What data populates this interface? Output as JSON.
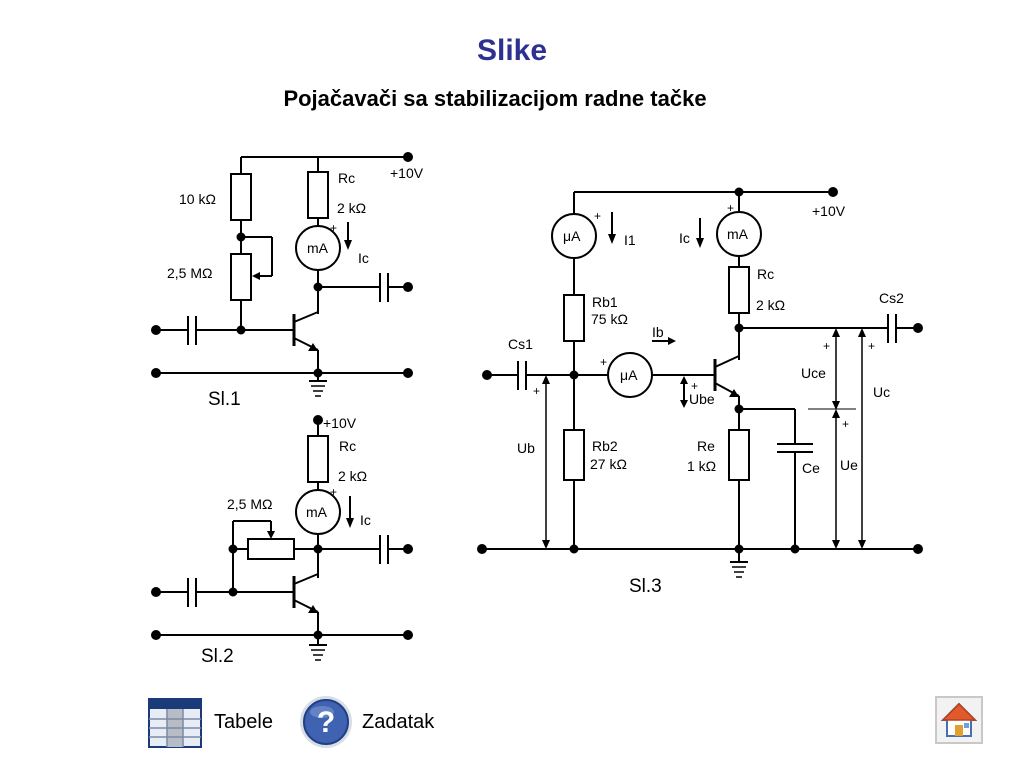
{
  "header": {
    "title": "Slike",
    "subtitle": "Pojačavači sa stabilizacijom radne tačke"
  },
  "colors": {
    "title": "#2e3192",
    "icon_blue": "#1a3a7a",
    "help_blue": "#3f63b0"
  },
  "fig1": {
    "supply": "+10V",
    "r_base": "10 kΩ",
    "pot": "2,5 MΩ",
    "rc_name": "Rc",
    "rc_value": "2 kΩ",
    "meter": "mA",
    "plus": "+",
    "ic": "Ic",
    "caption": "Sl.1"
  },
  "fig2": {
    "supply": "+10V",
    "rc_name": "Rc",
    "rc_value": "2 kΩ",
    "meter": "mA",
    "plus": "+",
    "ic": "Ic",
    "pot": "2,5 MΩ",
    "caption": "Sl.2"
  },
  "fig3": {
    "supply": "+10V",
    "ua_meter": "μA",
    "ua_meter2": "μA",
    "ma_meter": "mA",
    "plus": "+",
    "i1": "I1",
    "ic": "Ic",
    "rc_name": "Rc",
    "rc_value": "2 kΩ",
    "rb1_name": "Rb1",
    "rb1_value": "75 kΩ",
    "ib": "Ib",
    "cs1": "Cs1",
    "cs2": "Cs2",
    "uce": "Uce",
    "uc": "Uc",
    "ube": "Ube",
    "ub": "Ub",
    "rb2_name": "Rb2",
    "rb2_value": "27 kΩ",
    "re_name": "Re",
    "re_value": "1 kΩ",
    "ce": "Ce",
    "ue": "Ue",
    "caption": "Sl.3"
  },
  "nav": {
    "tabele": "Tabele",
    "zadatak": "Zadatak",
    "home_icon": "home-icon",
    "table_icon": "table-icon",
    "help_icon": "help-icon"
  }
}
